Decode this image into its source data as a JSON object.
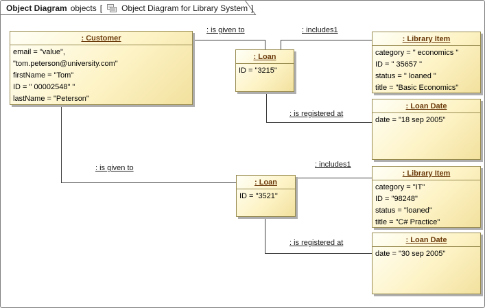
{
  "header": {
    "type_label": "Object Diagram",
    "context_label": "objects",
    "bracket_open": "[",
    "title": "Object Diagram for Library System",
    "bracket_close": "]"
  },
  "objects": {
    "customer": {
      "title": ": Customer",
      "attributes": [
        "email = \"value\",",
        "\"tom.peterson@university.com\"",
        "firstName = \"Tom\"",
        "ID = \" 00002548\" \"",
        "lastName = \"Peterson\""
      ]
    },
    "loan1": {
      "title": ": Loan",
      "attributes": [
        "ID = \"3215\""
      ]
    },
    "library_item1": {
      "title": ": Library Item",
      "attributes": [
        "category = \" economics \"",
        "ID = \" 35657 \"",
        "status = \" loaned \"",
        "title = \"Basic Economics\""
      ]
    },
    "loan_date1": {
      "title": ": Loan Date",
      "attributes": [
        "date = \"18 sep 2005\""
      ]
    },
    "loan2": {
      "title": ": Loan",
      "attributes": [
        "ID = \"3521\""
      ]
    },
    "library_item2": {
      "title": ": Library Item",
      "attributes": [
        "category = \"IT\"",
        "ID = \"98248\"",
        "status = \"loaned\"",
        "title = \"C# Practice\""
      ]
    },
    "loan_date2": {
      "title": ": Loan Date",
      "attributes": [
        "date = \"30 sep 2005\""
      ]
    }
  },
  "links": {
    "given_to_1": ": is given to",
    "includes_1": ": includes1",
    "registered_at_1": ": is registered at",
    "given_to_2": ": is given to",
    "includes_2": ": includes1",
    "registered_at_2": ": is registered at"
  },
  "colors": {
    "box_border": "#96894d",
    "box_fill_light": "#fffff6",
    "box_fill_dark": "#f2e19e",
    "box_title_text": "#6b3a0b",
    "box_shadow": "#aeaeae",
    "connector": "#3a3a3a"
  }
}
